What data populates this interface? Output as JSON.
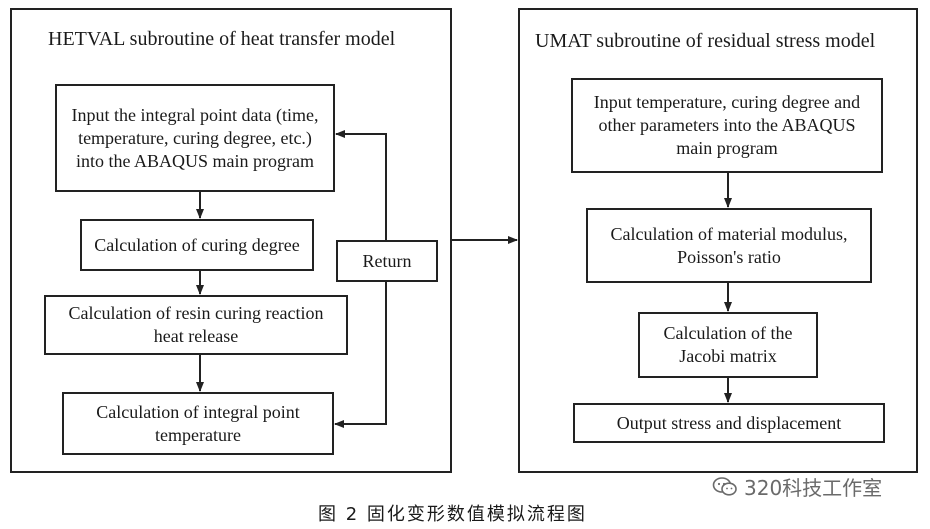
{
  "left_panel": {
    "title": "HETVAL subroutine of heat transfer model",
    "boxes": [
      "Input the integral point data (time, temperature, curing degree, etc.) into the ABAQUS main program",
      "Calculation of curing degree",
      "Calculation of resin curing reaction heat release",
      "Calculation of integral point temperature"
    ],
    "return_label": "Return"
  },
  "right_panel": {
    "title": "UMAT subroutine of residual stress model",
    "boxes": [
      "Input temperature, curing degree and other parameters into the ABAQUS main program",
      "Calculation of material modulus, Poisson's ratio",
      "Calculation of the Jacobi matrix",
      "Output stress and displacement"
    ]
  },
  "caption": "图 2   固化变形数值模拟流程图",
  "watermark": "320科技工作室",
  "icons": {
    "watermark": "wechat-icon"
  },
  "colors": {
    "line": "#222222",
    "watermark": "#6a6a6a"
  }
}
